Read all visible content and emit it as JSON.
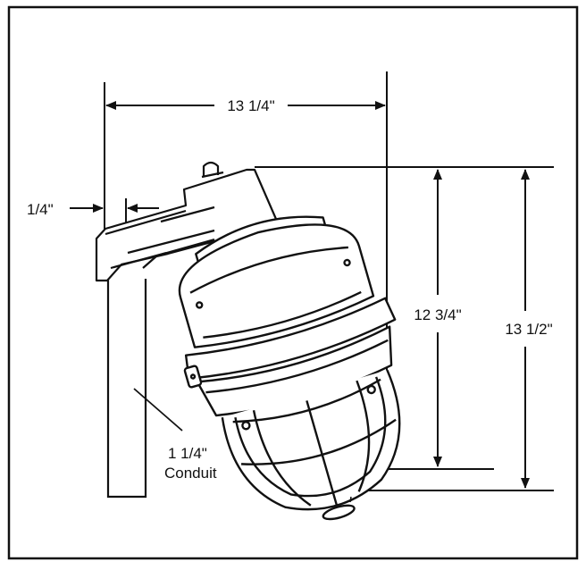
{
  "dimensions": {
    "overall_width": "13 1/4\"",
    "offset": "1/4\"",
    "height_to_globe": "12 3/4\"",
    "overall_height": "13 1/2\""
  },
  "conduit": {
    "size": "1 1/4\"",
    "label": "Conduit"
  },
  "colors": {
    "line": "#111111",
    "background": "#ffffff"
  }
}
